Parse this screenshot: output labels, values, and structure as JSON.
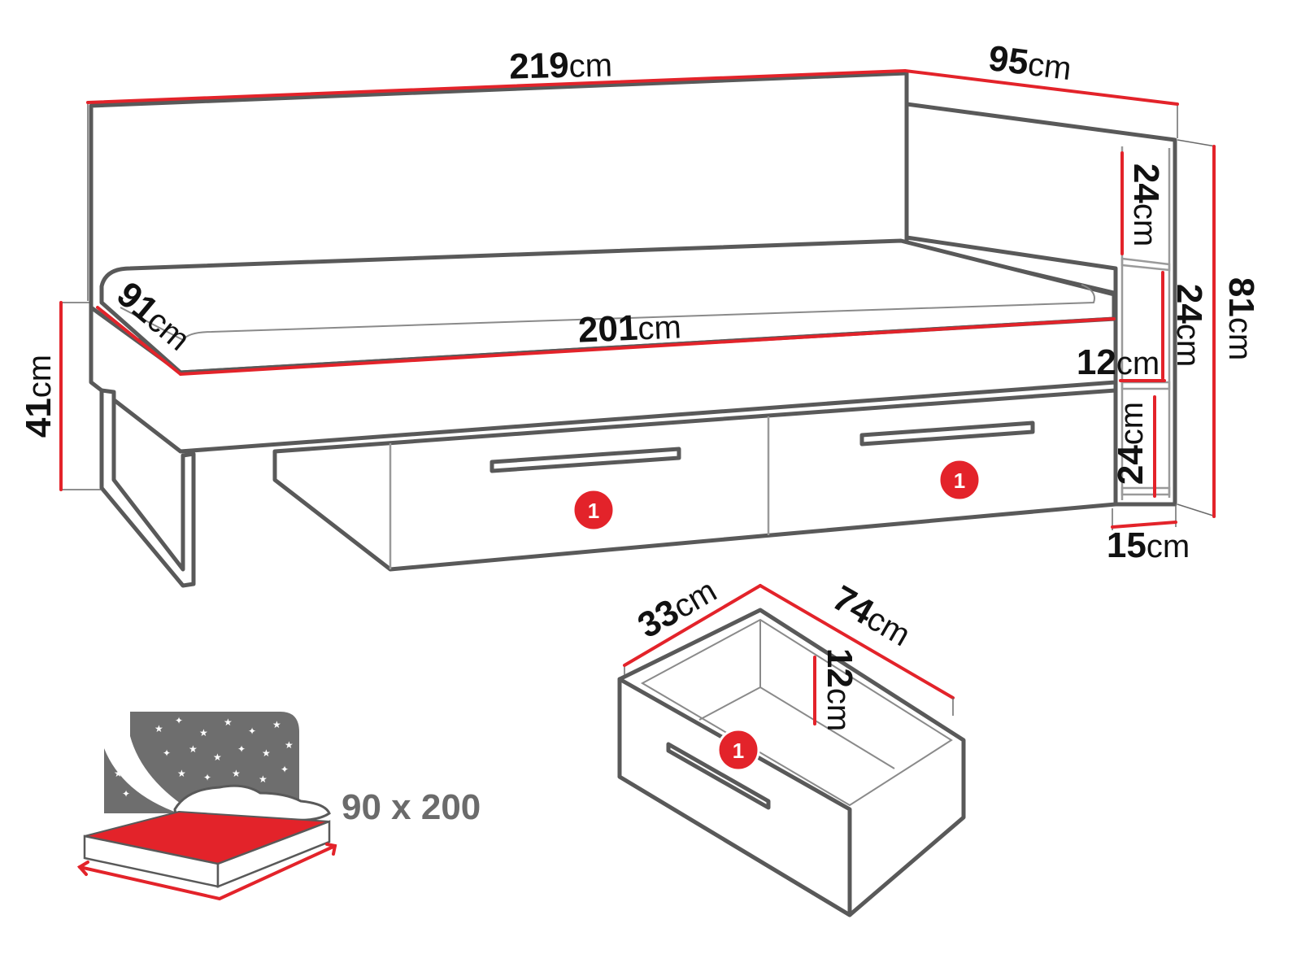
{
  "unit": "cm",
  "dimensions": {
    "total_length": "219",
    "total_depth": "95",
    "mattress_depth": "91",
    "mattress_length": "201",
    "bed_height": "41",
    "headboard_height": "81",
    "shelf_top": "24",
    "shelf_middle": "24",
    "shelf_bottom": "24",
    "shelf_board": "12",
    "shelf_width": "15"
  },
  "drawer": {
    "width": "33",
    "length": "74",
    "height": "12"
  },
  "badges": [
    "1",
    "1",
    "1"
  ],
  "mattress_size": "90 x 200",
  "colors": {
    "dimension_line": "#e3232a",
    "outline": "#595959",
    "badge": "#e3232a",
    "night_panel": "#6e6e6e"
  }
}
